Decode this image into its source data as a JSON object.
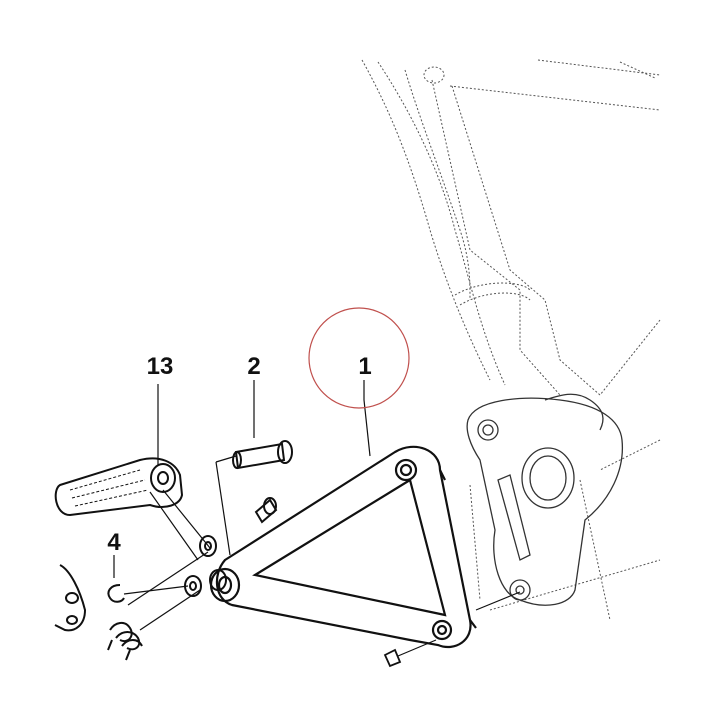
{
  "callouts": {
    "part_13": "13",
    "part_2": "2",
    "part_4": "4",
    "part_1": "1"
  },
  "highlight_color": "#c0504d",
  "line_color": "#1a1a1a",
  "frame_line_color": "#555555"
}
